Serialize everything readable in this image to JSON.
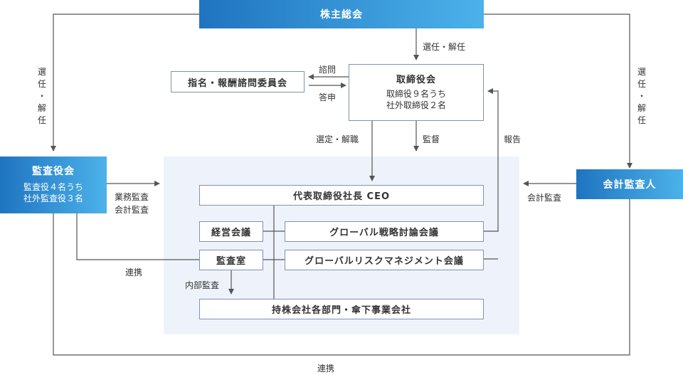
{
  "shareholders": {
    "title": "株主総会"
  },
  "board": {
    "title": "取締役会",
    "line1": "取締役９名うち",
    "line2": "社外取締役２名"
  },
  "nomination": {
    "title": "指名・報酬諮問委員会"
  },
  "audit_board": {
    "title": "監査役会",
    "line1": "監査役４名うち",
    "line2": "社外監査役３名"
  },
  "accounting_auditor": {
    "title": "会計監査人"
  },
  "ceo": {
    "title": "代表取締役社長 CEO"
  },
  "management_meeting": {
    "title": "経営会議"
  },
  "global_strategy": {
    "title": "グローバル戦略討論会議"
  },
  "audit_office": {
    "title": "監査室"
  },
  "global_risk": {
    "title": "グローバルリスクマネジメント会議"
  },
  "group": {
    "title": "持株会社各部門・傘下事業会社"
  },
  "labels": {
    "elect_dismiss": "選任・解任",
    "elect_left_chars": [
      "選",
      "任",
      "・",
      "解",
      "任"
    ],
    "elect_right_chars": [
      "選",
      "任",
      "・",
      "解",
      "任"
    ],
    "consult": "諮問",
    "report_answer": "答申",
    "select_dismiss": "選定・解職",
    "supervise": "監督",
    "report": "報告",
    "business_audit": "業務監査",
    "accounting_audit_left": "会計監査",
    "accounting_audit_right": "会計監査",
    "coop_inner": "連携",
    "internal_audit": "内部監査",
    "coop_outer": "連携"
  },
  "colors": {
    "gradient_start": "#1f74c0",
    "gradient_end": "#4cb2ea",
    "panel": "#eef3fb",
    "line": "#555555",
    "box_border": "#7f93ae"
  }
}
